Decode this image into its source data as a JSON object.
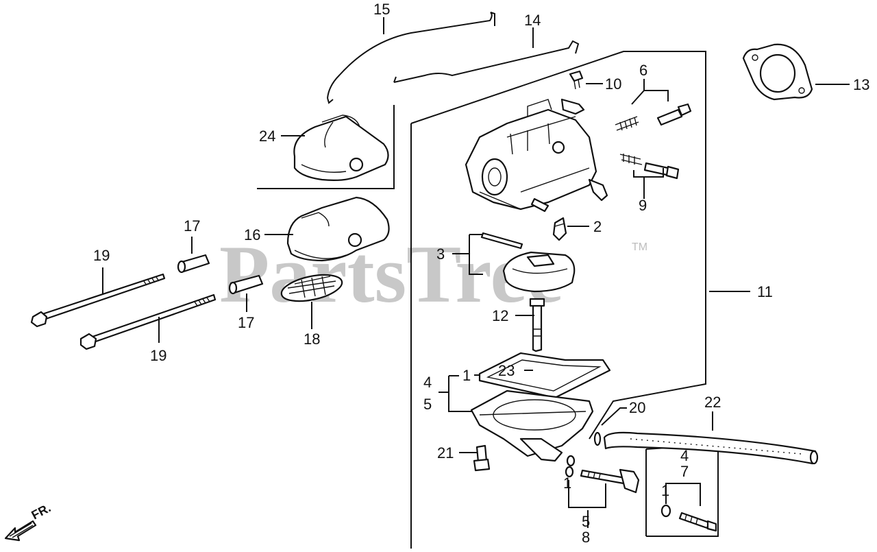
{
  "watermark": {
    "text": "PartsTree",
    "trademark": "TM"
  },
  "direction_indicator": {
    "label": "FR."
  },
  "callouts": {
    "c1a": "1",
    "c1b": "1",
    "c1c": "1",
    "c2": "2",
    "c3": "3",
    "c4a": "4",
    "c5a": "5",
    "c58_5": "5",
    "c58_8": "8",
    "c47_4": "4",
    "c47_7": "7",
    "c6": "6",
    "c9": "9",
    "c10": "10",
    "c11": "11",
    "c12": "12",
    "c13": "13",
    "c14": "14",
    "c15": "15",
    "c16": "16",
    "c17a": "17",
    "c17b": "17",
    "c18": "18",
    "c19a": "19",
    "c19b": "19",
    "c20": "20",
    "c21": "21",
    "c22": "22",
    "c23": "23",
    "c24": "24"
  }
}
